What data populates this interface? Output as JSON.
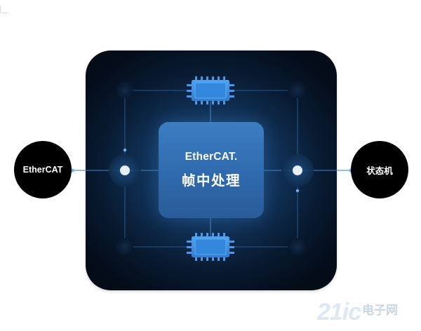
{
  "left_node": {
    "label": "EtherCAT"
  },
  "right_node": {
    "label": "状态机"
  },
  "center_block": {
    "title": "EtherCAT.",
    "subtitle": "帧中处理"
  },
  "chips": [
    {
      "icon": "microchip-icon"
    },
    {
      "icon": "microchip-icon"
    }
  ],
  "watermark": {
    "number": "21ic",
    "name_cn": "电子网",
    "name_en": ""
  },
  "colors": {
    "panel_dark": "#040c18",
    "panel_glow": "#1d4f85",
    "center_box": "#2f6aae",
    "chip_blue": "#3a8ee6",
    "connector_line": "#3f80bf",
    "node_black": "#000000",
    "background": "#ffffff"
  }
}
